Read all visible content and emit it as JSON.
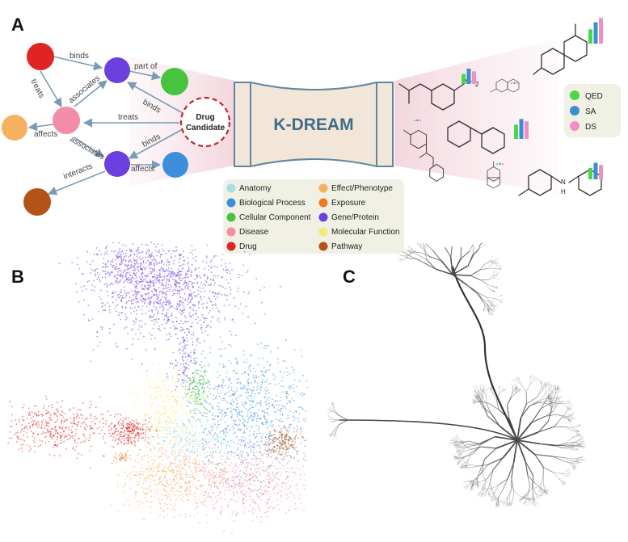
{
  "panels": {
    "a": "A",
    "b": "B",
    "c": "C"
  },
  "graph": {
    "edges": {
      "binds_top": "binds",
      "treats": "treats",
      "associates_a": "associates",
      "part_of": "part of",
      "binds_mid": "binds",
      "treats_mid": "treats",
      "affects_left": "affects",
      "associates_b": "associates",
      "binds_low": "binds",
      "affects_low": "affects",
      "interacts": "interacts"
    },
    "drug_candidate": {
      "line1": "Drug",
      "line2": "Candidate"
    }
  },
  "model": {
    "name": "K-DREAM"
  },
  "chemistry": {
    "nh2": "NH",
    "nh2_sub": "2",
    "h": "H",
    "n": "N"
  },
  "metrics_legend": [
    {
      "label": "QED",
      "color": "#4cd64c"
    },
    {
      "label": "SA",
      "color": "#3a8fd1"
    },
    {
      "label": "DS",
      "color": "#f08fc4"
    }
  ],
  "node_types": [
    {
      "label": "Anatomy",
      "color": "#a9dde7"
    },
    {
      "label": "Biological Process",
      "color": "#3d8fdc"
    },
    {
      "label": "Cellular Component",
      "color": "#46c43e"
    },
    {
      "label": "Disease",
      "color": "#f28ca8"
    },
    {
      "label": "Drug",
      "color": "#e02424"
    },
    {
      "label": "Effect/Phenotype",
      "color": "#f5b060"
    },
    {
      "label": "Exposure",
      "color": "#ef7a1e"
    },
    {
      "label": "Gene/Protein",
      "color": "#6b3fe0"
    },
    {
      "label": "Molecular Function",
      "color": "#f2ea7a"
    },
    {
      "label": "Pathway",
      "color": "#b45318"
    }
  ]
}
